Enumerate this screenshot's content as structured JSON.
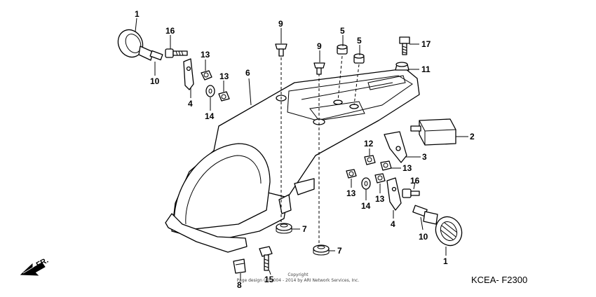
{
  "callouts": {
    "c1_top": "1",
    "c16_top": "16",
    "c13_a": "13",
    "c13_b": "13",
    "c10_top": "10",
    "c4_top": "4",
    "c14_top": "14",
    "c6": "6",
    "c9_a": "9",
    "c9_b": "9",
    "c5_a": "5",
    "c5_b": "5",
    "c17": "17",
    "c11": "11",
    "c2": "2",
    "c3": "3",
    "c12": "12",
    "c13_c": "13",
    "c13_d": "13",
    "c13_e": "13",
    "c14_bottom": "14",
    "c16_bottom": "16",
    "c4_bottom": "4",
    "c10_bottom": "10",
    "c1_bottom": "1",
    "c7_a": "7",
    "c7_b": "7",
    "c15": "15",
    "c8": "8"
  },
  "direction_label": "FR.",
  "reference_code": "KCEA- F2300",
  "copyright_line1": "Copyright",
  "copyright_line2": "Page design (c) 2004 - 2014 by ARI Network Services, Inc."
}
